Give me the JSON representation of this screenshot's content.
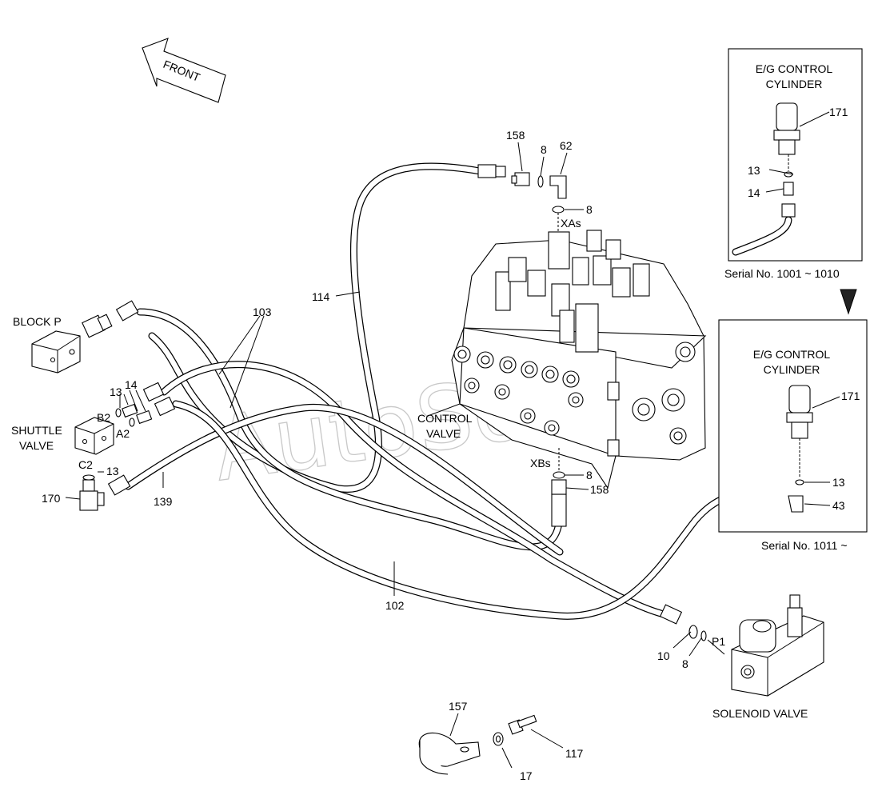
{
  "watermark": "AutoSoft.ru",
  "front_arrow_label": "FRONT",
  "inset_top": {
    "title_line1": "E/G CONTROL",
    "title_line2": "CYLINDER",
    "part_cylinder": "171",
    "part_oring": "13",
    "part_fitting": "14",
    "serial": "Serial No. 1001 ~ 1010"
  },
  "inset_bottom": {
    "title_line1": "E/G CONTROL",
    "title_line2": "CYLINDER",
    "part_cylinder": "171",
    "part_oring": "13",
    "part_elbow": "43",
    "serial": "Serial No. 1011 ~"
  },
  "components": {
    "block_p": "BLOCK P",
    "shuttle_valve_line1": "SHUTTLE",
    "shuttle_valve_line2": "VALVE",
    "control_valve_line1": "CONTROL",
    "control_valve_line2": "VALVE",
    "solenoid_valve": "SOLENOID VALVE"
  },
  "ports": {
    "xas": "XAs",
    "xbs": "XBs",
    "b2": "B2",
    "a2": "A2",
    "c2": "C2",
    "p1": "P1"
  },
  "callouts": {
    "p158_top": "158",
    "p8_top": "8",
    "p62": "62",
    "p8_xas": "8",
    "p114": "114",
    "p103": "103",
    "p13_shuttle": "13",
    "p14_shuttle": "14",
    "p13_c2": "13",
    "p170": "170",
    "p139": "139",
    "p8_xbs": "8",
    "p158_xbs": "158",
    "p102": "102",
    "p10": "10",
    "p8_p1": "8",
    "p157": "157",
    "p17": "17",
    "p117": "117"
  }
}
